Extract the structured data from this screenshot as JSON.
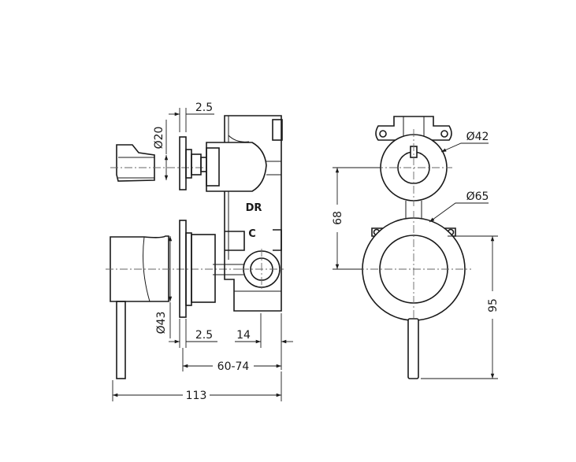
{
  "side_view": {
    "dimensions": {
      "spacer_top": "2.5",
      "diameter_top": "Ø20",
      "diameter_bottom": "Ø43",
      "spacer_bottom": "2.5",
      "offset": "14",
      "depth_range": "60-74",
      "overall_length": "113"
    },
    "port_labels": {
      "diverter": "DR",
      "cold": "C"
    }
  },
  "front_view": {
    "dimensions": {
      "diameter_small": "Ø42",
      "diameter_large": "Ø65",
      "center_spacing": "68",
      "overall_height": "95"
    }
  }
}
